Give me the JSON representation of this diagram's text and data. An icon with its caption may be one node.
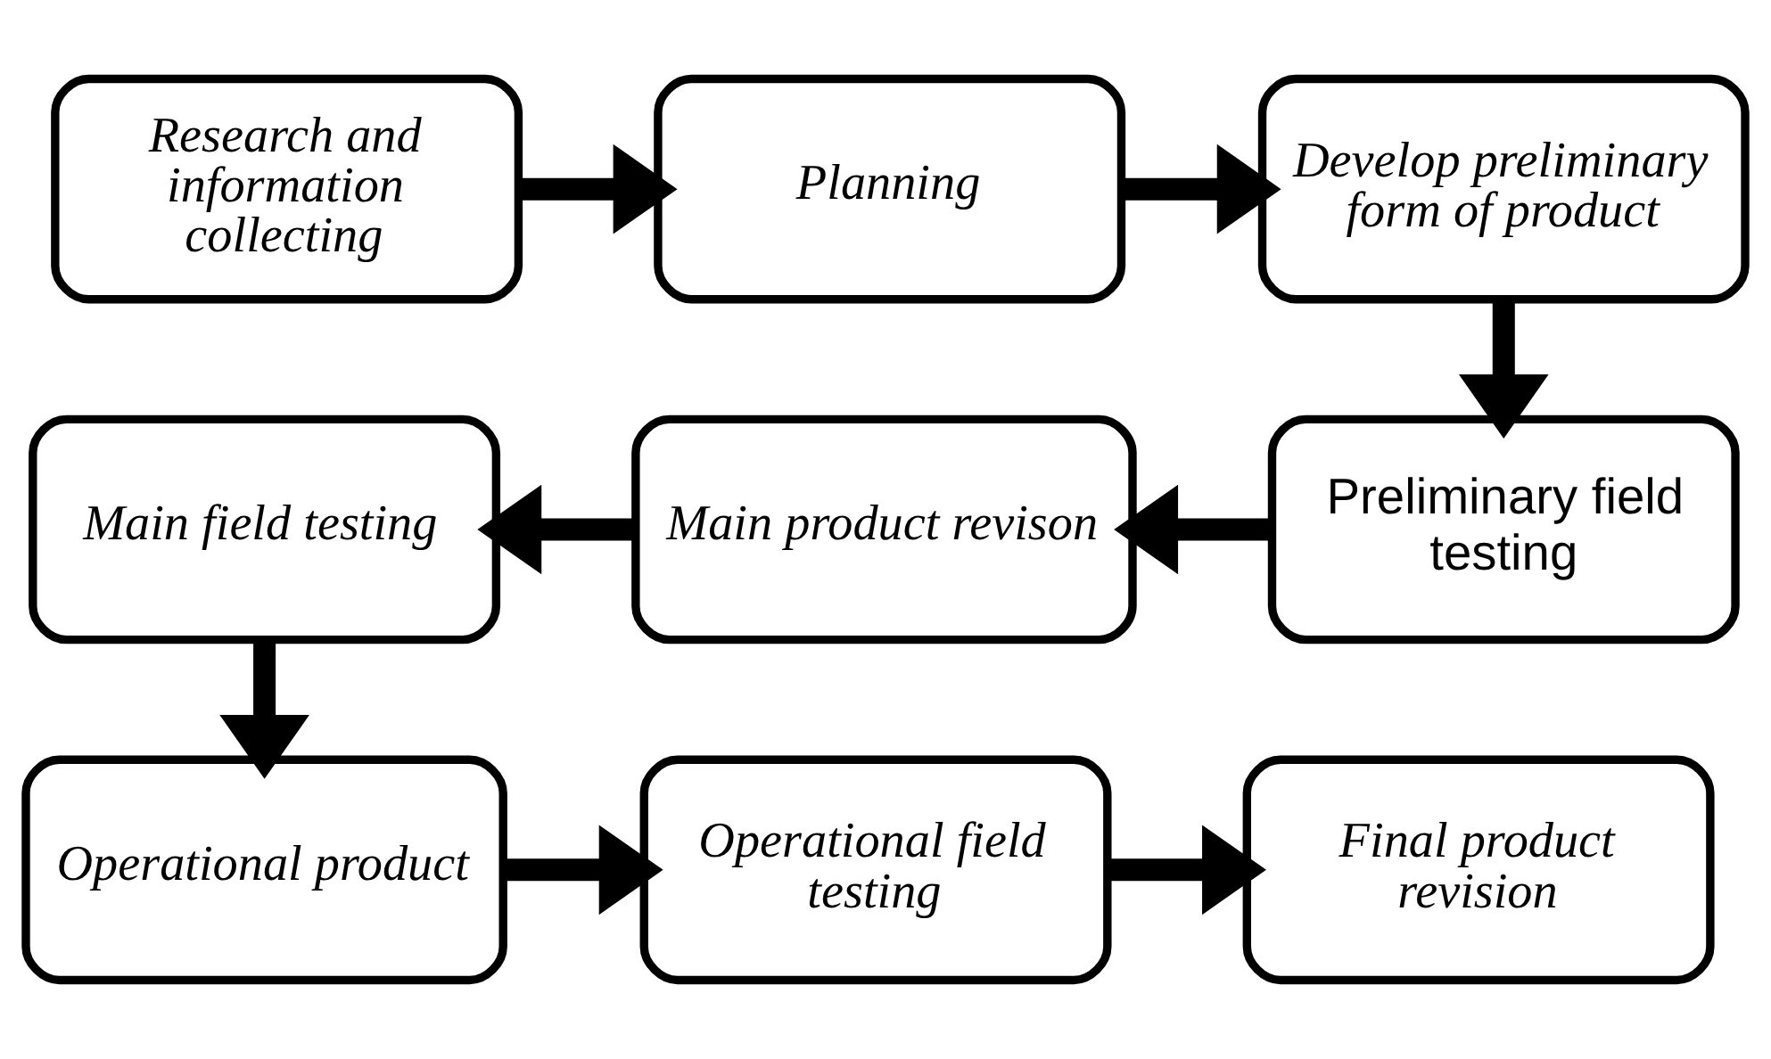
{
  "diagram": {
    "nodes": [
      {
        "text": [
          "Research and information collecting"
        ]
      },
      {
        "text": [
          "Planning"
        ]
      },
      {
        "text": [
          "Develop preliminary form of product"
        ]
      },
      {
        "text": [
          "Preliminary field testing"
        ]
      },
      {
        "text": [
          "Main product revison"
        ]
      },
      {
        "text": [
          "Main field testing"
        ]
      },
      {
        "text": [
          "Operational product"
        ]
      },
      {
        "text": [
          "Operational field testing"
        ]
      },
      {
        "text": [
          "Final product revision"
        ]
      }
    ],
    "edges": [
      {
        "from": 0,
        "to": 1,
        "arrow": "to"
      },
      {
        "from": 1,
        "to": 2,
        "arrow": "to"
      },
      {
        "from": 2,
        "to": 3,
        "arrow": "to"
      },
      {
        "from": 3,
        "to": 4,
        "arrow": "to"
      },
      {
        "from": 4,
        "to": 5,
        "arrow": "to"
      },
      {
        "from": 5,
        "to": 6,
        "arrow": "to"
      },
      {
        "from": 6,
        "to": 7,
        "arrow": "to"
      },
      {
        "from": 7,
        "to": 8,
        "arrow": "to"
      }
    ]
  }
}
